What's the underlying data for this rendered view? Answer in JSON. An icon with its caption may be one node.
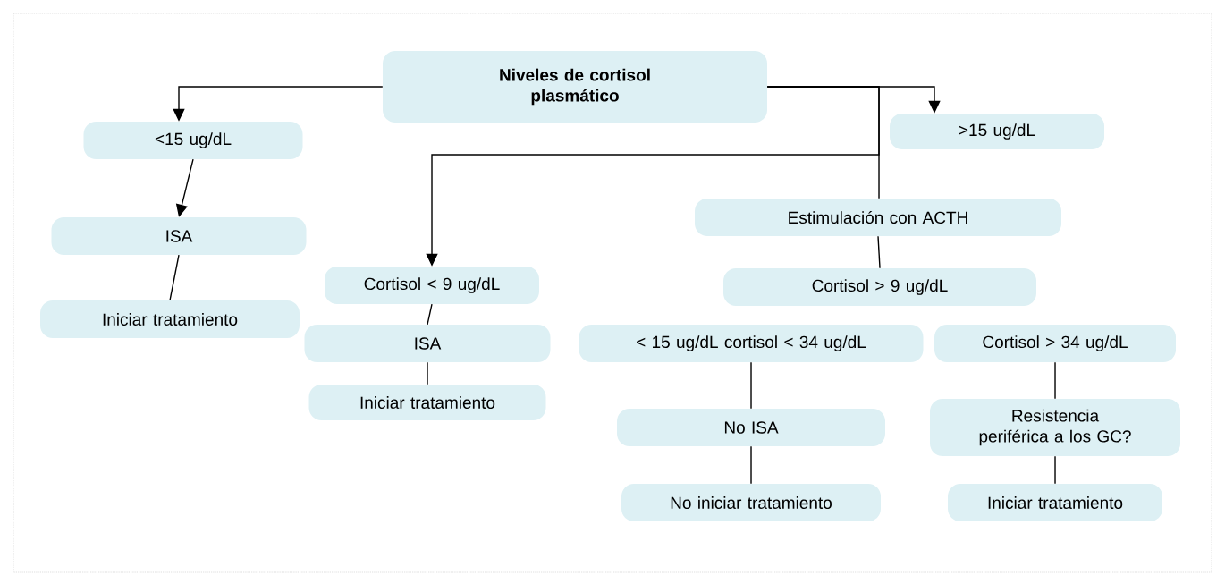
{
  "diagram": {
    "nodes": [
      {
        "text": [
          "Niveles de cortisol plasmático"
        ]
      },
      {
        "text": [
          "<15 ug/dL"
        ]
      },
      {
        "text": [
          ">15 ug/dL"
        ]
      },
      {
        "text": [
          "ISA"
        ]
      },
      {
        "text": [
          "Iniciar tratamiento"
        ]
      },
      {
        "text": [
          "Cortisol < 9 ug/dL"
        ]
      },
      {
        "text": [
          "ISA"
        ]
      },
      {
        "text": [
          "Iniciar tratamiento"
        ]
      },
      {
        "text": [
          "Estimulación con ACTH"
        ]
      },
      {
        "text": [
          "Cortisol > 9 ug/dL"
        ]
      },
      {
        "text": [
          "< 15 ug/dL cortisol < 34 ug/dL"
        ]
      },
      {
        "text": [
          "Cortisol > 34 ug/dL"
        ]
      },
      {
        "text": [
          "No ISA"
        ]
      },
      {
        "text": [
          "Resistencia periférica a los GC?"
        ]
      },
      {
        "text": [
          "No iniciar tratamiento"
        ]
      },
      {
        "text": [
          "Iniciar tratamiento"
        ]
      }
    ],
    "edges": [
      {
        "from": 0,
        "to": 1,
        "arrow": "to"
      },
      {
        "from": 0,
        "to": 2,
        "arrow": "to"
      },
      {
        "from": 0,
        "to": 8,
        "arrow": "none"
      },
      {
        "from": 0,
        "to": 5,
        "arrow": "to"
      },
      {
        "from": 1,
        "to": 3,
        "arrow": "to"
      },
      {
        "from": 3,
        "to": 4,
        "arrow": "none"
      },
      {
        "from": 5,
        "to": 6,
        "arrow": "none"
      },
      {
        "from": 6,
        "to": 7,
        "arrow": "none"
      },
      {
        "from": 8,
        "to": 9,
        "arrow": "none"
      },
      {
        "from": 10,
        "to": 12,
        "arrow": "none"
      },
      {
        "from": 12,
        "to": 14,
        "arrow": "none"
      },
      {
        "from": 11,
        "to": 13,
        "arrow": "none"
      },
      {
        "from": 13,
        "to": 15,
        "arrow": "none"
      }
    ]
  }
}
